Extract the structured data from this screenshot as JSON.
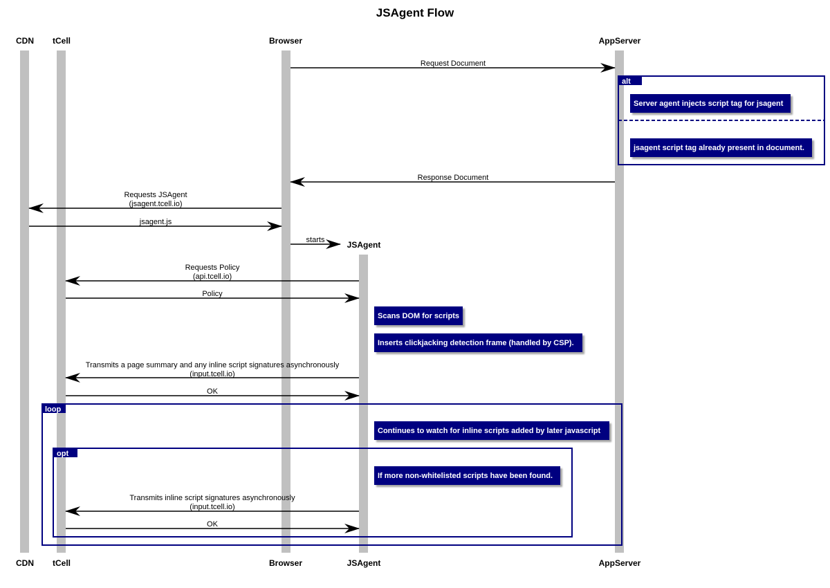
{
  "title": "JSAgent Flow",
  "actors": {
    "cdn": "CDN",
    "tcell": "tCell",
    "browser": "Browser",
    "jsagent": "JSAgent",
    "appserver": "AppServer"
  },
  "messages": {
    "m1": "Request Document",
    "m2": "Response Document",
    "m3a": "Requests JSAgent",
    "m3b": "(jsagent.tcell.io)",
    "m4": "jsagent.js",
    "m5": "starts",
    "m6a": "Requests Policy",
    "m6b": "(api.tcell.io)",
    "m7": "Policy",
    "m8a": "Transmits a page summary and any inline script signatures asynchronously",
    "m8b": "(input.tcell.io)",
    "m9": "OK",
    "m10a": "Transmits inline script signatures asynchronously",
    "m10b": "(input.tcell.io)",
    "m11": "OK"
  },
  "notes": {
    "n1": "Server agent injects script tag for jsagent",
    "n2": "jsagent script tag already present in document.",
    "n3": "Scans DOM for scripts",
    "n4": "Inserts clickjacking detection frame (handled by CSP).",
    "n5": "Continues to watch for inline scripts added by later javascript",
    "n6": "If more non-whitelisted scripts have been found."
  },
  "frames": {
    "alt": "alt",
    "loop": "loop",
    "opt": "opt"
  },
  "colors": {
    "lifeline": "#c0c0c0",
    "note_fill": "#000080",
    "frame_border": "#000080",
    "arrow": "#000000"
  }
}
